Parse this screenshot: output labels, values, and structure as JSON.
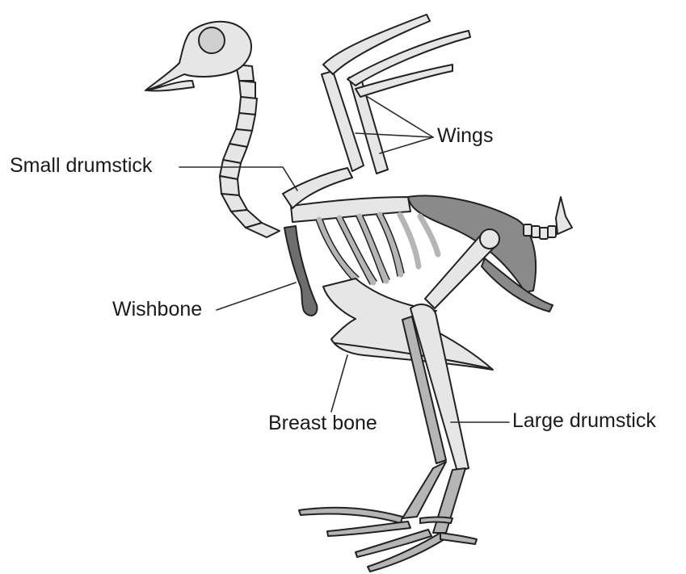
{
  "labels": {
    "small_drumstick": "Small drumstick",
    "wings": "Wings",
    "wishbone": "Wishbone",
    "breast_bone": "Breast bone",
    "large_drumstick": "Large drumstick"
  },
  "colors": {
    "bone_light": "#e6e6e6",
    "bone_mid": "#b5b5b5",
    "bone_dark": "#6e6e6e",
    "outline": "#222222",
    "leader_line": "#2a2a2a"
  }
}
